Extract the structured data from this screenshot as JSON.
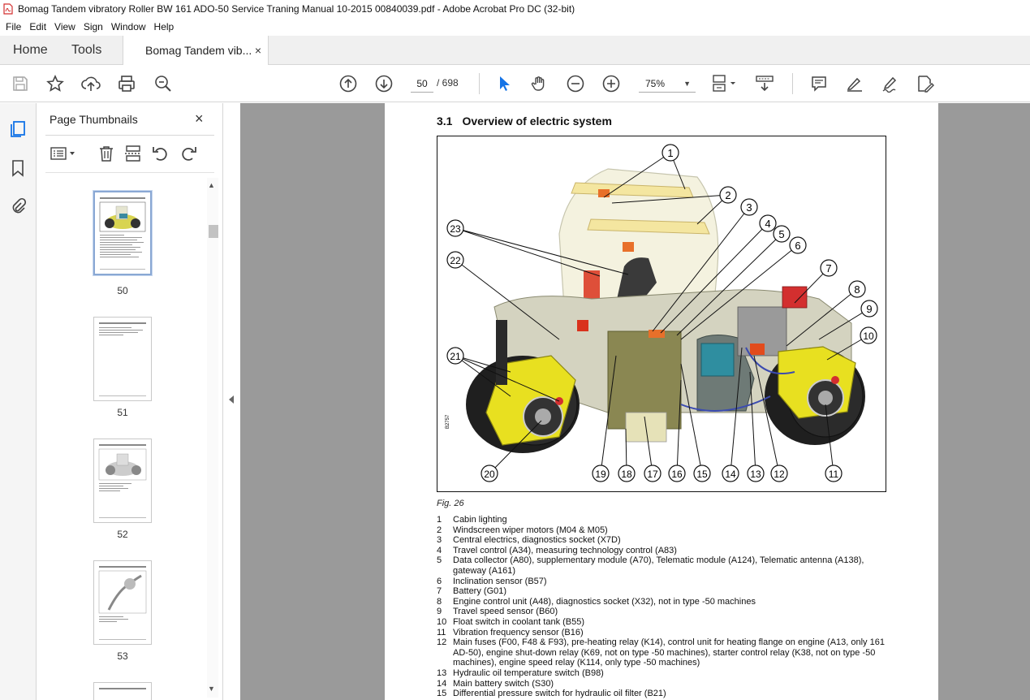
{
  "window": {
    "title": "Bomag Tandem vibratory Roller BW 161 ADO-50 Service Traning Manual 10-2015 00840039.pdf - Adobe Acrobat Pro DC (32-bit)"
  },
  "menu": [
    "File",
    "Edit",
    "View",
    "Sign",
    "Window",
    "Help"
  ],
  "tabs": {
    "home": "Home",
    "tools": "Tools",
    "document": "Bomag Tandem vib...",
    "close": "×"
  },
  "toolbar": {
    "current_page": "50",
    "total_pages": "/ 698",
    "zoom": "75%"
  },
  "thumbnails": {
    "title": "Page Thumbnails",
    "close": "×",
    "pages": [
      "50",
      "51",
      "52",
      "53"
    ],
    "selected_page": "50"
  },
  "page": {
    "section_number": "3.1",
    "section_title": "Overview of electric system",
    "figure_caption": "Fig.  26",
    "figure_side_code": "B2757",
    "callouts": [
      "1",
      "2",
      "3",
      "4",
      "5",
      "6",
      "7",
      "8",
      "9",
      "10",
      "11",
      "12",
      "13",
      "14",
      "15",
      "16",
      "17",
      "18",
      "19",
      "20",
      "21",
      "22",
      "23"
    ],
    "legend": [
      {
        "num": "1",
        "text": "Cabin lighting"
      },
      {
        "num": "2",
        "text": "Windscreen wiper motors (M04 & M05)"
      },
      {
        "num": "3",
        "text": "Central electrics, diagnostics socket (X7D)"
      },
      {
        "num": "4",
        "text": "Travel control (A34), measuring technology control (A83)"
      },
      {
        "num": "5",
        "text": "Data collector (A80), supplementary module (A70), Telematic module (A124), Telematic antenna (A138), gateway (A161)"
      },
      {
        "num": "6",
        "text": "Inclination sensor (B57)"
      },
      {
        "num": "7",
        "text": "Battery (G01)"
      },
      {
        "num": "8",
        "text": "Engine control unit (A48), diagnostics socket (X32), not in type -50 machines"
      },
      {
        "num": "9",
        "text": "Travel speed sensor (B60)"
      },
      {
        "num": "10",
        "text": "Float switch in coolant tank (B55)"
      },
      {
        "num": "11",
        "text": "Vibration frequency sensor (B16)"
      },
      {
        "num": "12",
        "text": "Main fuses (F00, F48 & F93), pre-heating relay (K14), control unit for heating flange on engine (A13, only 161 AD-50), engine shut-down relay (K69, not on type -50 machines), starter control relay (K38, not on type -50 machines), engine speed relay (K114, only type -50 machines)"
      },
      {
        "num": "13",
        "text": "Hydraulic oil temperature switch (B98)"
      },
      {
        "num": "14",
        "text": "Main battery switch (S30)"
      },
      {
        "num": "15",
        "text": "Differential pressure switch for hydraulic oil filter (B21)"
      }
    ]
  },
  "colors": {
    "accent_blue": "#1473e6",
    "acrobat_red": "#d32f2f",
    "page_bg_gray": "#9a9a9a",
    "machine_yellow": "#e8e020"
  }
}
